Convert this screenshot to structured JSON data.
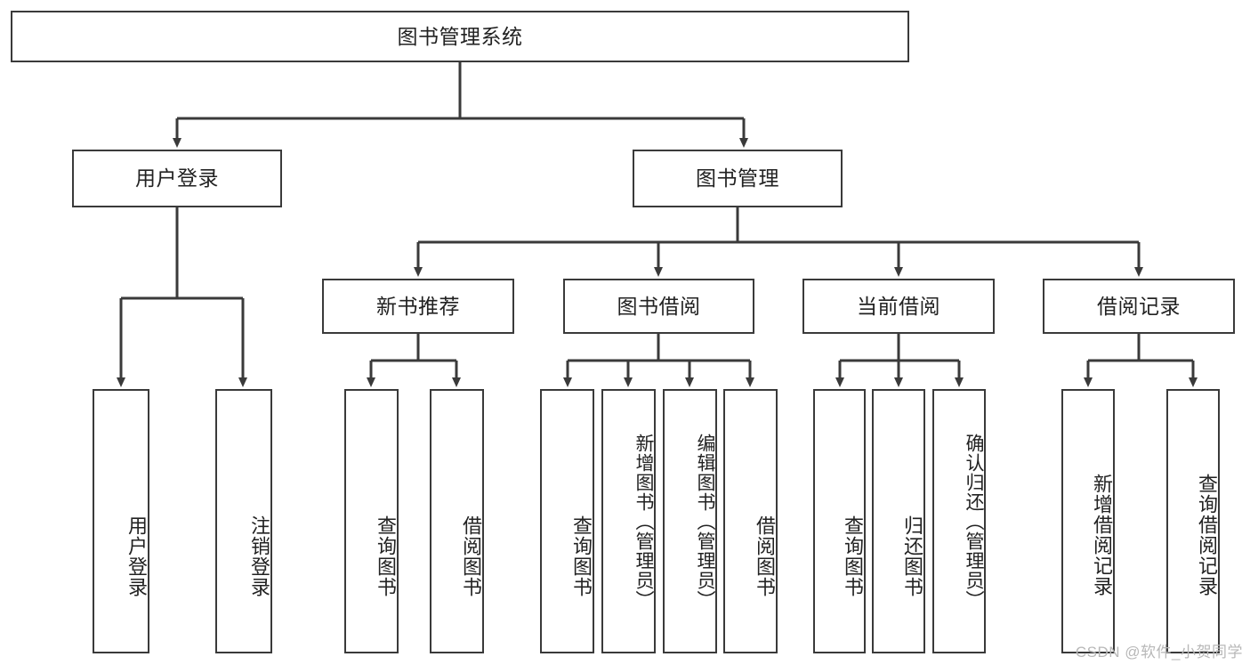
{
  "diagram": {
    "title": "图书管理系统",
    "watermark": "CSDN @软件_小贺同学",
    "colors": {
      "border": "#3a3a3a",
      "text": "#222222",
      "background": "#ffffff",
      "watermark": "#b8b8b8"
    },
    "root": {
      "label": "图书管理系统"
    },
    "level2": [
      {
        "label": "用户登录"
      },
      {
        "label": "图书管理"
      }
    ],
    "level3": [
      {
        "label": "新书推荐"
      },
      {
        "label": "图书借阅"
      },
      {
        "label": "当前借阅"
      },
      {
        "label": "借阅记录"
      }
    ],
    "leaves_user_login": [
      {
        "label": "用户登录"
      },
      {
        "label": "注销登录"
      }
    ],
    "leaves_new_book": [
      {
        "label": "查询图书"
      },
      {
        "label": "借阅图书"
      }
    ],
    "leaves_borrow": [
      {
        "label": "查询图书"
      },
      {
        "label": "新增图书（管理员）"
      },
      {
        "label": "编辑图书（管理员）"
      },
      {
        "label": "借阅图书"
      }
    ],
    "leaves_current": [
      {
        "label": "查询图书"
      },
      {
        "label": "归还图书"
      },
      {
        "label": "确认归还（管理员）"
      }
    ],
    "leaves_record": [
      {
        "label": "新增借阅记录"
      },
      {
        "label": "查询借阅记录"
      }
    ]
  }
}
